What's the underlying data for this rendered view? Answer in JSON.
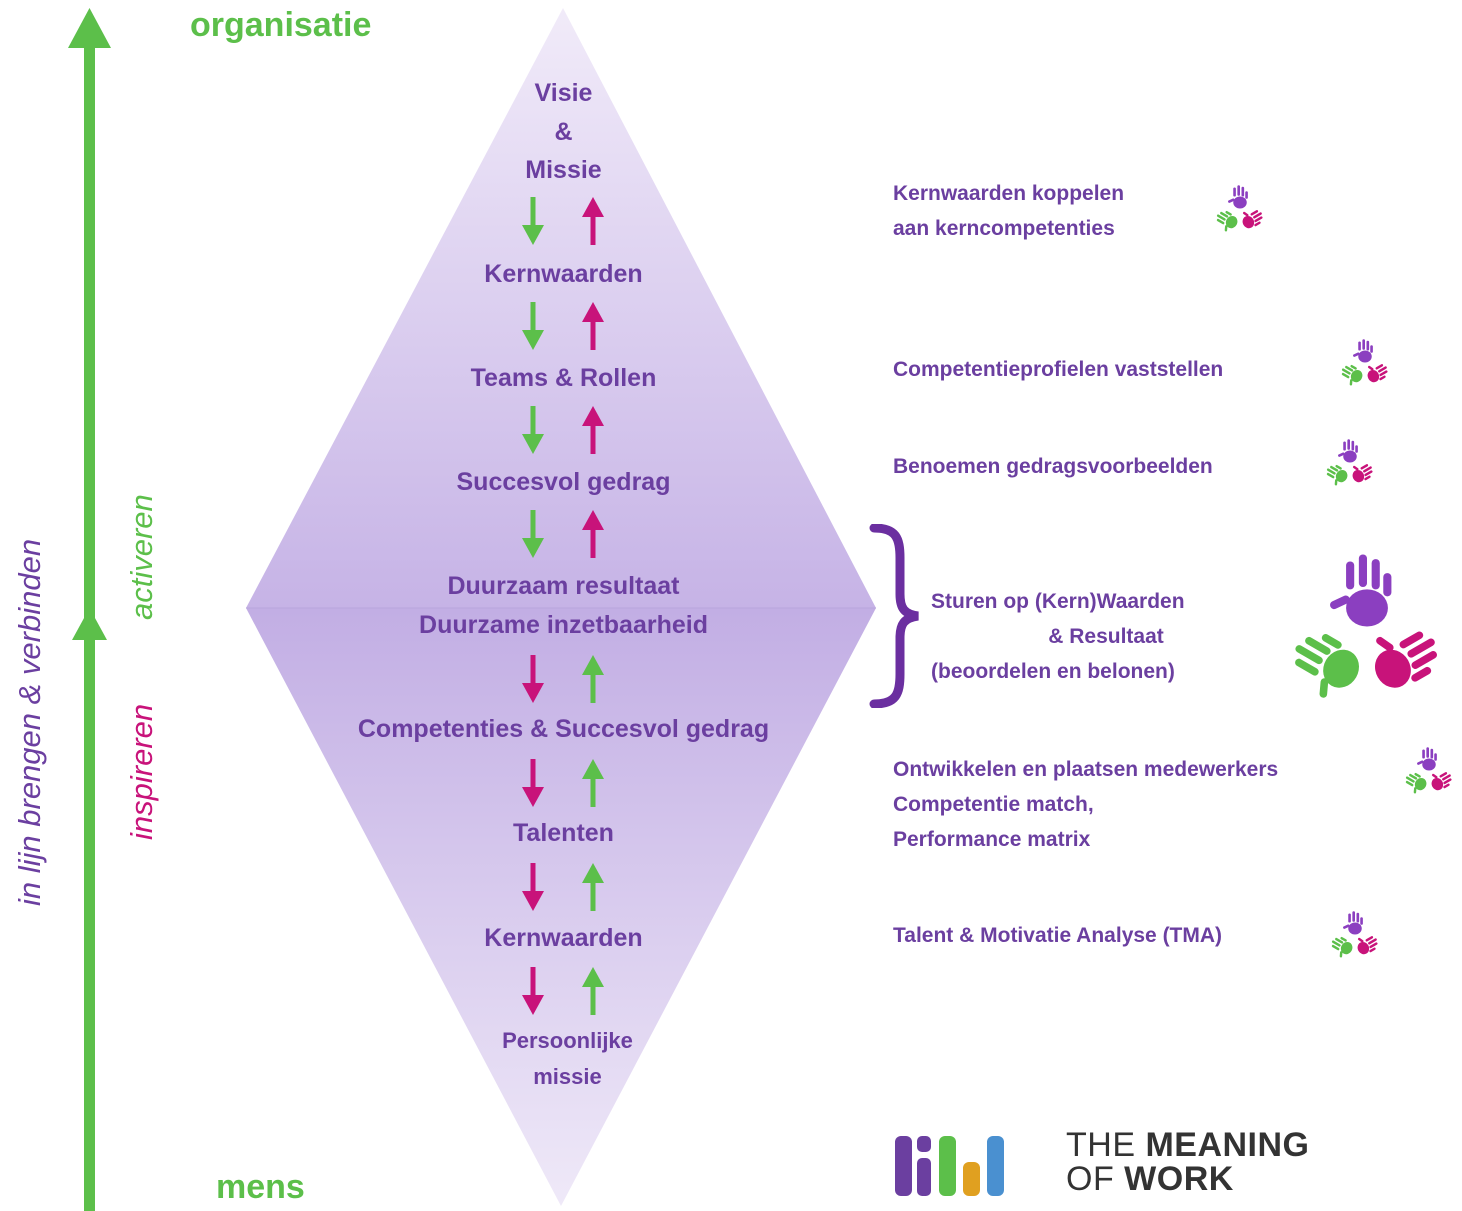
{
  "axis": {
    "top_label": "organisatie",
    "bottom_label": "mens",
    "main_label": "in lijn brengen & verbinden",
    "upper_label": "activeren",
    "lower_label": "inspireren"
  },
  "upper_levels": [
    [
      "Visie",
      "&",
      "Missie"
    ],
    "Kernwaarden",
    "Teams & Rollen",
    "Succesvol gedrag",
    "Duurzaam resultaat"
  ],
  "lower_levels": [
    "Duurzame inzetbaarheid",
    "Competenties & Succesvol gedrag",
    "Talenten",
    "Kernwaarden",
    [
      "Persoonlijke",
      "missie"
    ]
  ],
  "right_items": [
    {
      "lines": [
        "Kernwaarden koppelen",
        "aan kerncompetenties"
      ],
      "icon": "colored-hands-icon"
    },
    {
      "lines": [
        "Competentieprofielen vaststellen"
      ],
      "icon": "colored-hands-icon"
    },
    {
      "lines": [
        "Benoemen gedragsvoorbeelden"
      ],
      "icon": "colored-hands-icon"
    },
    {
      "lines": [
        "Sturen op (Kern)Waarden",
        "& Resultaat",
        "(beoordelen en belonen)"
      ],
      "icon": "colored-hands-icon"
    },
    {
      "lines": [
        "Ontwikkelen en plaatsen medewerkers",
        "Competentie match,",
        "Performance matrix"
      ],
      "icon": "colored-hands-icon"
    },
    {
      "lines": [
        "Talent & Motivatie Analyse (TMA)"
      ],
      "icon": "colored-hands-icon"
    }
  ],
  "logo": {
    "line1_light": "THE ",
    "line1_bold": "MEANING",
    "line2_light": "OF ",
    "line2_bold": "WORK"
  },
  "colors": {
    "green": "#5cbf4a",
    "pink": "#c8137a",
    "purple": "#6b3fa0",
    "diamond": "#d2c3ea"
  }
}
